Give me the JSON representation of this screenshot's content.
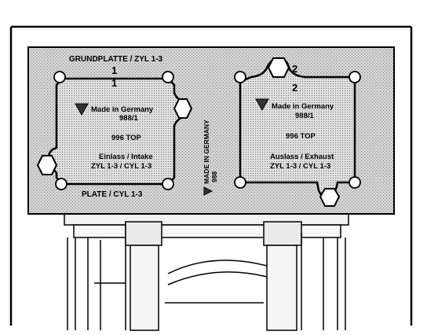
{
  "plate": {
    "top_label": "GRUNDPLATTE / ZYL 1-3",
    "bottom_label": "PLATE / CYL 1-3"
  },
  "vertical_marking": {
    "line1": "MADE IN GERMANY",
    "line2": "988"
  },
  "intake": {
    "num_outer": "1",
    "num_inner": "1",
    "made_in": "Made in Germany",
    "part_no": "988/1",
    "model": "996 TOP",
    "name": "Einlass / Intake",
    "cyl": "ZYL 1-3 / CYL 1-3",
    "logo_icon": "shield-logo-icon"
  },
  "exhaust": {
    "num_outer": "2",
    "num_inner": "2",
    "made_in": "Made in Germany",
    "part_no": "988/1",
    "model": "996 TOP",
    "name": "Auslass / Exhaust",
    "cyl": "ZYL 1-3 / CYL 1-3",
    "logo_icon": "shield-logo-icon"
  },
  "colors": {
    "plate_fill": "#c9c9c9",
    "line": "#000000",
    "background": "#ffffff"
  }
}
